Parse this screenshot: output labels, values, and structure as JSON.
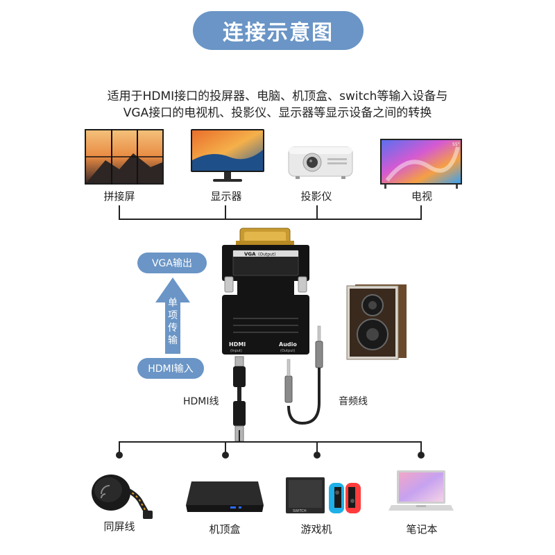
{
  "title": "连接示意图",
  "description": [
    "适用于HDMI接口的投屏器、电脑、机顶盒、switch等输入设备与",
    "VGA接口的电视机、投影仪、显示器等显示设备之间的转换"
  ],
  "outputs": [
    "拼接屏",
    "显示器",
    "投影仪",
    "电视"
  ],
  "tv_size_badge": "55\"",
  "adapter": {
    "vga_label": "VGA",
    "vga_sub": "(Output)",
    "hdmi_label": "HDMI",
    "hdmi_sub": "(Input)",
    "audio_label": "Audio",
    "audio_sub": "(Output)"
  },
  "flow": {
    "vga_out": "VGA输出",
    "direction": [
      "单",
      "项",
      "传",
      "输"
    ],
    "hdmi_in": "HDMI输入"
  },
  "cables": {
    "hdmi": "HDMI线",
    "audio": "音频线"
  },
  "inputs": [
    "同屏线",
    "机顶盒",
    "游戏机",
    "笔记本"
  ],
  "switch_logo": "SWITCH",
  "colors": {
    "accent": "#6a95c6",
    "line": "#222222",
    "adapter": "#1a1a1a",
    "gold": "#c89a30"
  }
}
